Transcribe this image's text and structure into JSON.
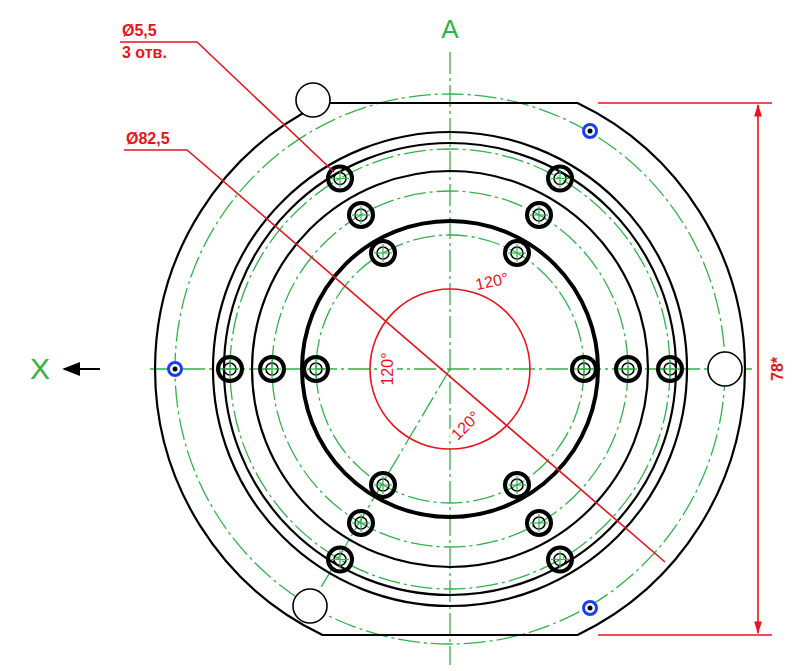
{
  "diagram": {
    "labels": [
      "Ø5,5",
      "3 отв.",
      "Ø82,5",
      "A",
      "X",
      "120°",
      "120°",
      "120°",
      "78*"
    ]
  }
}
